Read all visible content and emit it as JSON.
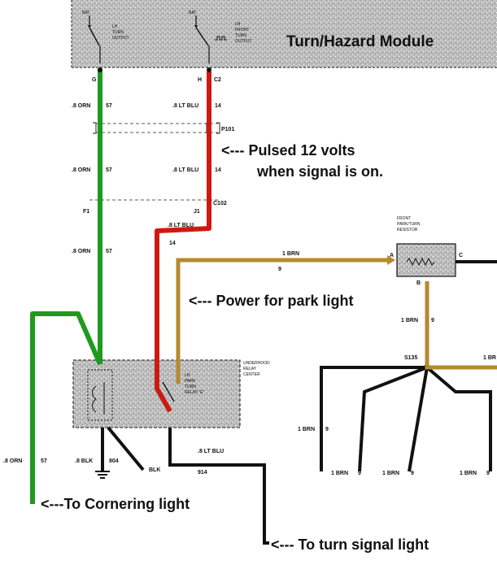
{
  "module": {
    "title": "Turn/Hazard Module",
    "bat_left": "BAT",
    "bat_right": "BAT",
    "lh_turn_output": [
      "LH",
      "TURN",
      "OUTPUT"
    ],
    "lh_front_turn_output": [
      "LH",
      "FRONT",
      "TURN",
      "OUTPUT"
    ]
  },
  "labels": {
    "pin_g": "G",
    "pin_h": "H",
    "conn_c2": "C2",
    "wire_orn_1": ".8 ORN",
    "num_57_1": "57",
    "wire_ltblu_1": ".8 LT BLU",
    "num_14_1": "14",
    "conn_p101": "P101",
    "wire_orn_2": ".8 ORN",
    "num_57_2": "57",
    "wire_ltblu_2": ".8 LT BLU",
    "num_14_2": "14",
    "pin_f1": "F1",
    "pin_j1": "J1",
    "conn_c102": "C102",
    "wire_ltblu_3": ".8 LT BLU",
    "num_14_3": "14",
    "wire_orn_3": ".8 ORN",
    "num_57_3": "57",
    "wire_brn_1": "1 BRN",
    "num_9_1": "9",
    "resistor_label": [
      "FRONT",
      "PARK/TURN",
      "RESISTOR"
    ],
    "pin_a": "A",
    "pin_b": "B",
    "pin_c": "C",
    "wire_brn_2": "1 BRN",
    "num_9_2": "9",
    "splice_s135": "S135",
    "wire_brn_3": "1 BR",
    "relay_center_label": [
      "UNDERHOOD",
      "RELAY",
      "CENTER"
    ],
    "relay_label": [
      "LH",
      "PARK",
      "TURN",
      "RELAY \"E\""
    ],
    "wire_brn_4": "1 BRN",
    "num_9_4": "9",
    "wire_orn_4": ".8 ORN",
    "num_57_4": "57",
    "wire_blk_1": ".8 BLK",
    "num_804": "804",
    "wire_ltblu_4": ".8 LT BLU",
    "wire_blk_2": "BLK",
    "num_914": "914",
    "bottom_brn": [
      "1 BRN",
      "9",
      "1 BRN",
      "9",
      "1 BRN",
      "9"
    ]
  },
  "annotations": {
    "pulsed_line1": "<--- Pulsed 12 volts",
    "pulsed_line2": "when signal is on.",
    "park_power": "<--- Power for park light",
    "cornering": "<---To Cornering light",
    "turn_signal": "<--- To turn signal light"
  },
  "colors": {
    "green_wire": "#1e9a1e",
    "red_wire": "#cc1a12",
    "tan_wire": "#b58a2e",
    "black_wire": "#111111",
    "module_fill": "#c9c9c9"
  }
}
